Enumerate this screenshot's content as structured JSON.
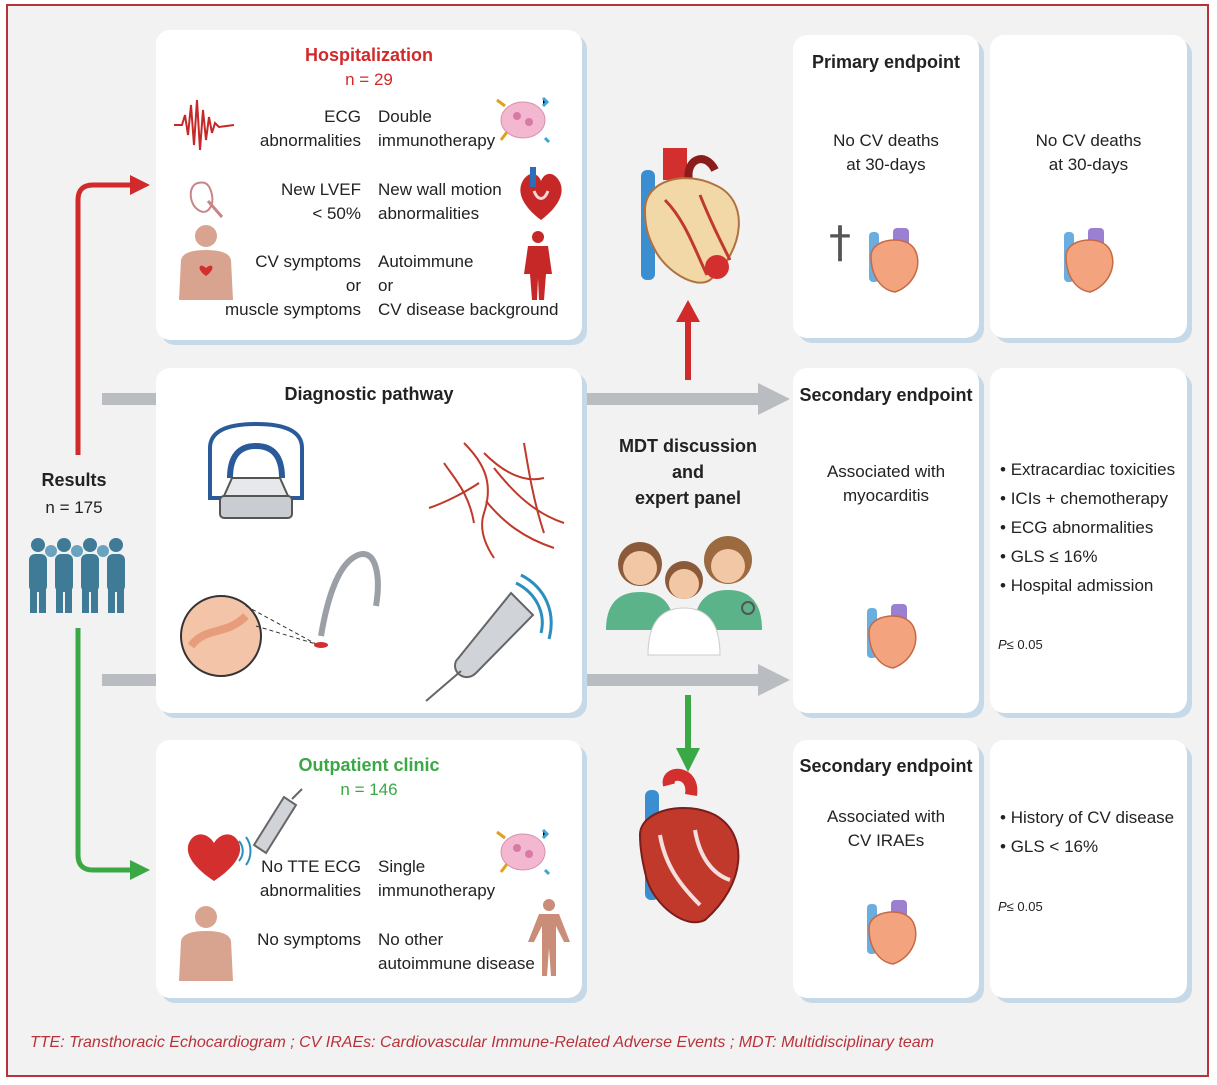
{
  "results": {
    "label": "Results",
    "n": "n = 175"
  },
  "hospitalization": {
    "title": "Hospitalization",
    "n": "n = 29",
    "left": [
      "ECG\nabnormalities",
      "New LVEF\n< 50%",
      "CV symptoms\nor\nmuscle symptoms"
    ],
    "right": [
      "Double\nimmunotherapy",
      "New wall motion\nabnormalities",
      "Autoimmune\nor\nCV disease background"
    ]
  },
  "diagnostic": {
    "title": "Diagnostic pathway"
  },
  "mdt": {
    "label": "MDT discussion\nand\nexpert panel"
  },
  "outpatient": {
    "title": "Outpatient clinic",
    "n": "n = 146",
    "left": [
      "No TTE ECG\nabnormalities",
      "No symptoms"
    ],
    "right": [
      "Single\nimmunotherapy",
      "No other\nautoimmune disease"
    ]
  },
  "primary": {
    "title": "Primary endpoint",
    "text": "No CV deaths\nat 30-days",
    "text2": "No CV deaths\nat 30-days",
    "cross": "†"
  },
  "secondary1": {
    "title": "Secondary endpoint",
    "text": "Associated with\nmyocarditis",
    "bullets": [
      "Extracardiac toxicities",
      "ICIs + chemotherapy",
      "ECG abnormalities",
      "GLS ≤ 16%",
      "Hospital admission"
    ],
    "p_prefix": "P",
    "p": "≤ 0.05"
  },
  "secondary2": {
    "title": "Secondary endpoint",
    "text": "Associated with\nCV IRAEs",
    "bullets": [
      "History of CV disease",
      "GLS < 16%"
    ],
    "p_prefix": "P",
    "p": "≤ 0.05"
  },
  "footnote": "TTE: Transthoracic Echocardiogram ; CV IRAEs: Cardiovascular Immune-Related Adverse Events ; MDT: Multidisciplinary team",
  "colors": {
    "red": "#d02a2a",
    "green": "#3aa845",
    "gray_arrow": "#b9bcc0",
    "frame": "#b8323a",
    "people": "#3f7a96"
  }
}
